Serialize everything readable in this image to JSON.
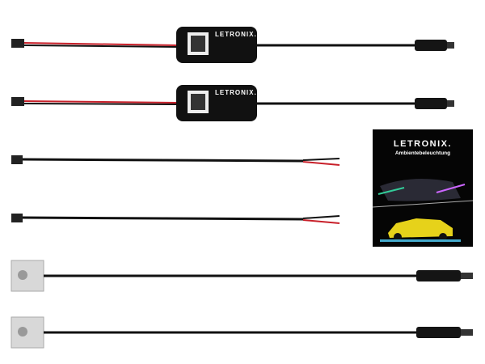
{
  "brand": "LETRONIX",
  "controller_label": "LETRONIX.",
  "manual": {
    "title": "LETRONIX.",
    "subtitle": "Ambientebeleuchtung"
  },
  "colors": {
    "cable": "#111111",
    "red_wire": "#c8202a",
    "sensor": "#d8d8d8",
    "car": "#e6d21a"
  }
}
